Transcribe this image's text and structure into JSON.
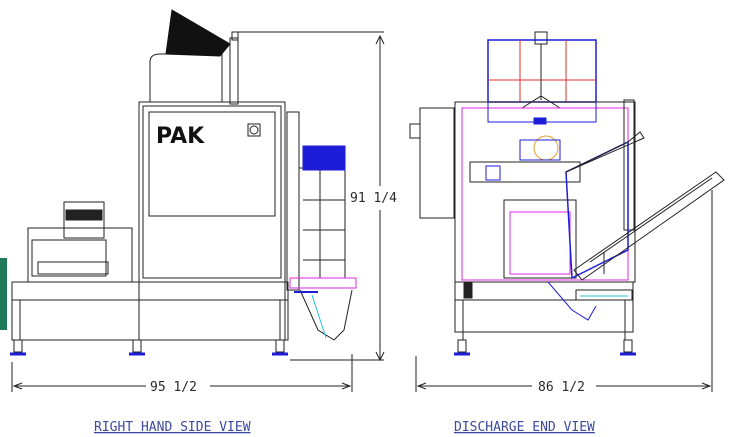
{
  "dimensions": {
    "height": "91 1/4",
    "width_side": "95 1/2",
    "width_end": "86 1/2"
  },
  "labels": {
    "side_view": "RIGHT HAND SIDE VIEW",
    "end_view": "DISCHARGE END VIEW"
  },
  "logo": {
    "text": "PAK"
  },
  "colors": {
    "line": "#222222",
    "blue": "#1d1dd8",
    "magenta": "#e02adf",
    "cyan": "#1fc5d8",
    "red": "#e03030",
    "label": "#3d4a9e",
    "green_tab": "#1f7a5a"
  }
}
